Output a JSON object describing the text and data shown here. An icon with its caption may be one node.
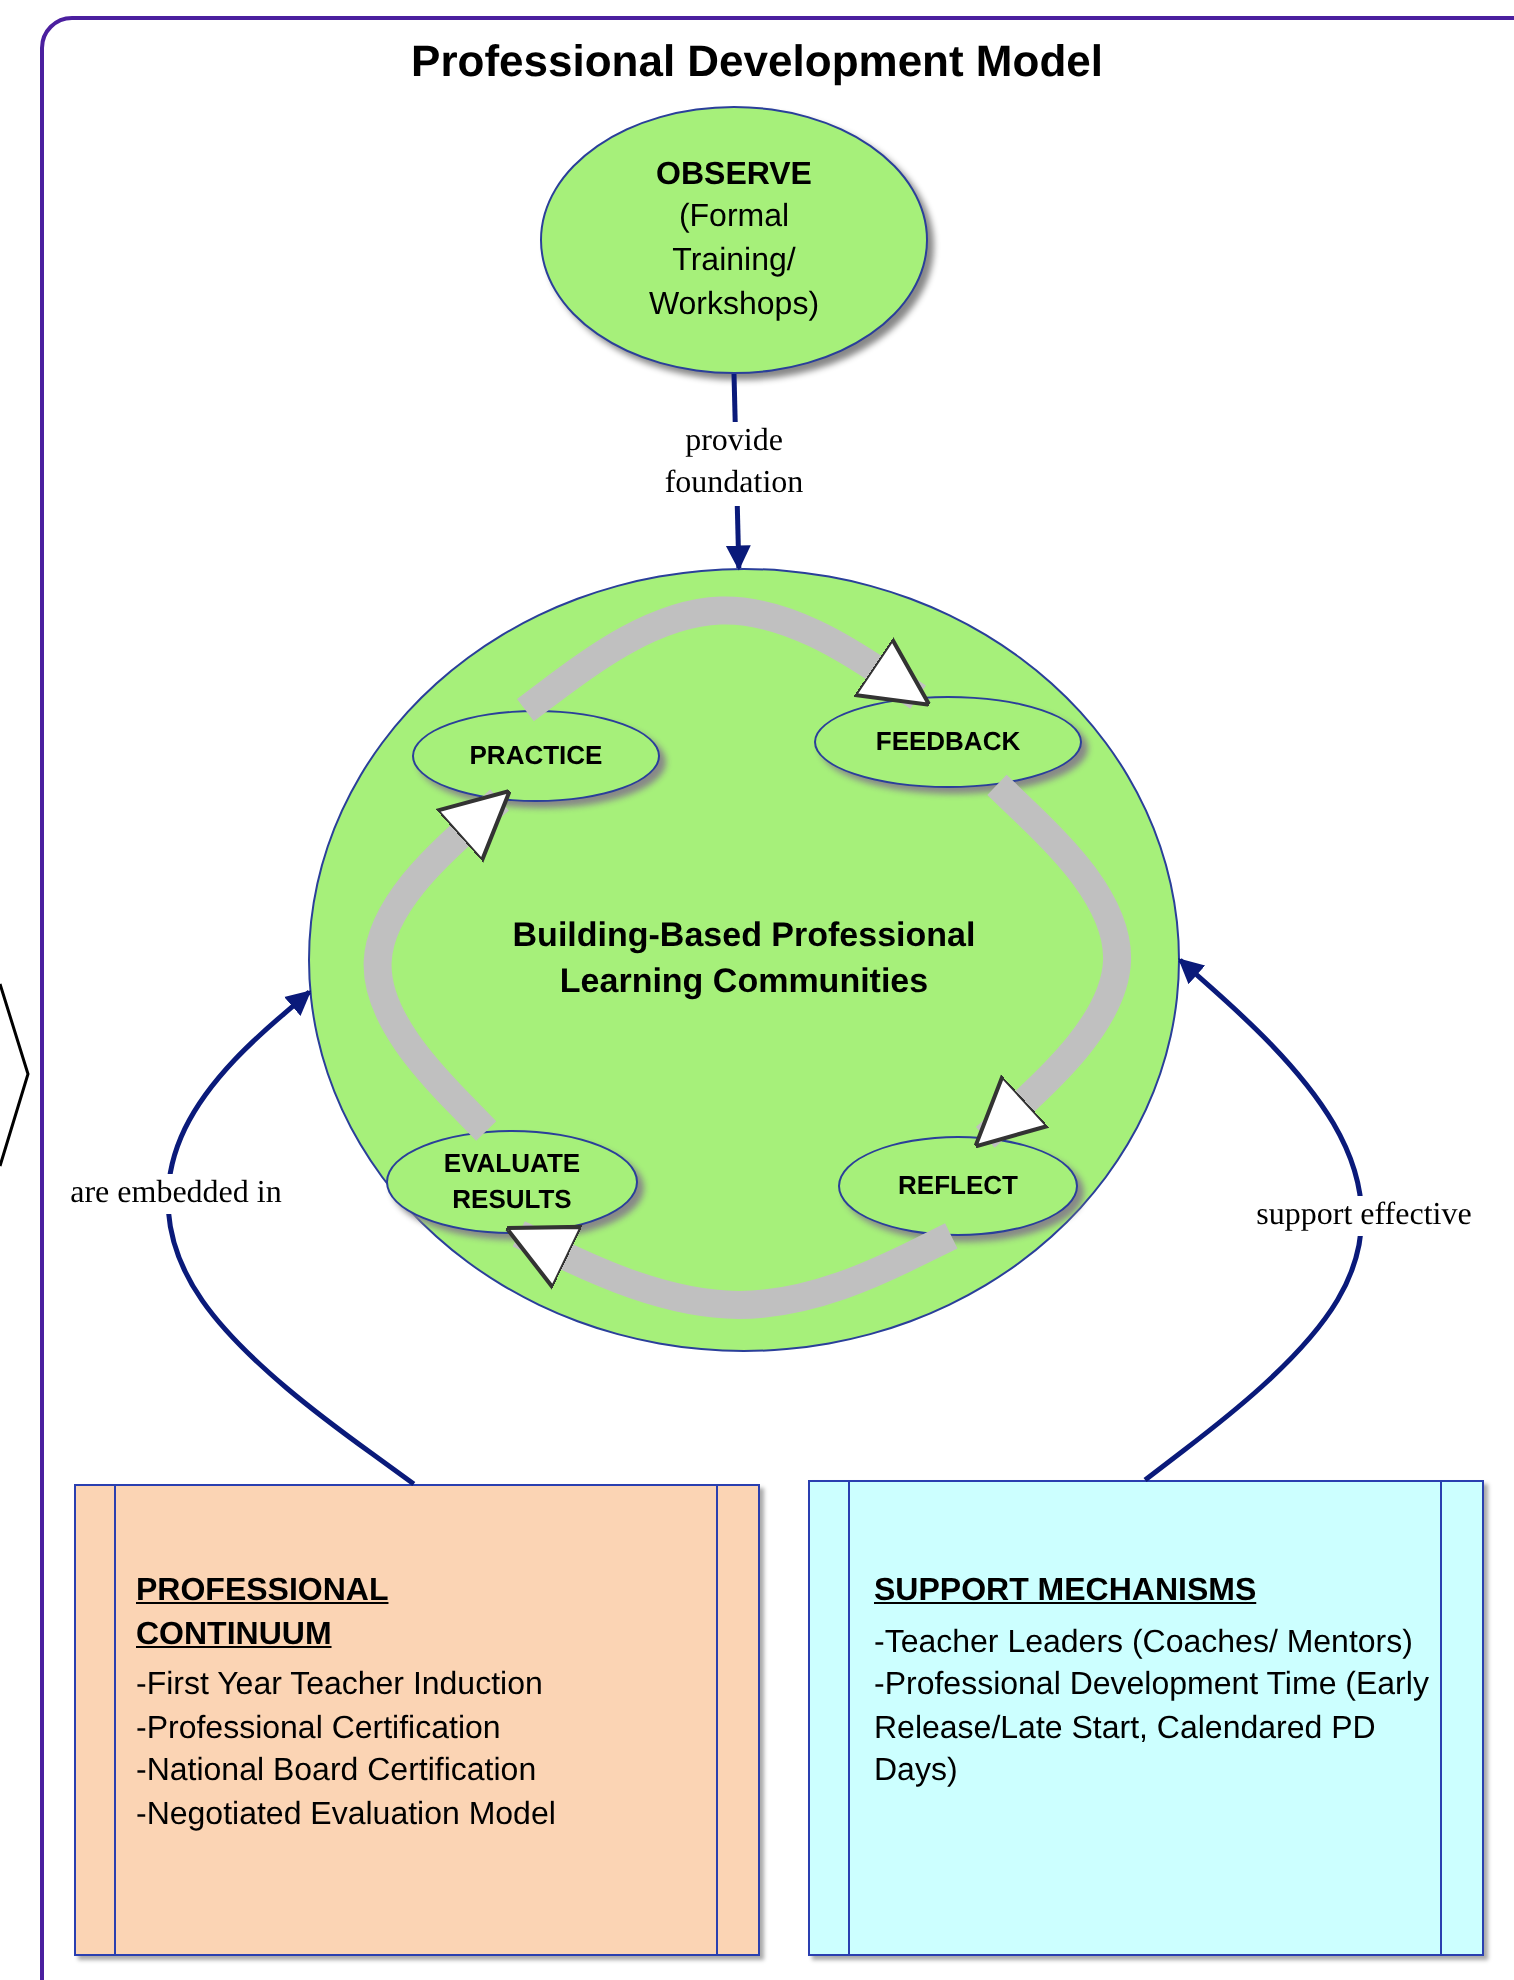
{
  "diagram": {
    "title": "Professional Development Model",
    "nodes": [
      {
        "text": [
          "OBSERVE",
          "(Formal Training/ Workshops)"
        ]
      },
      {
        "text": [
          "Building-Based Professional Learning Communities"
        ]
      },
      {
        "text": [
          "PRACTICE"
        ],
        "in": 1
      },
      {
        "text": [
          "FEEDBACK"
        ],
        "in": 1
      },
      {
        "text": [
          "EVALUATE RESULTS"
        ],
        "in": 1
      },
      {
        "text": [
          "REFLECT"
        ],
        "in": 1
      },
      {
        "text": [
          "PROFESSIONAL CONTINUUM",
          "-First Year Teacher Induction",
          "-Professional Certification",
          "-National Board Certification",
          "-Negotiated Evaluation Model"
        ]
      },
      {
        "text": [
          "SUPPORT MECHANISMS",
          "-Teacher Leaders (Coaches/ Mentors)",
          "-Professional Development Time (Early Release/Late Start, Calendared PD Days)"
        ]
      }
    ],
    "edges": [
      {
        "from": 0,
        "to": 1,
        "arrow": "to",
        "label": "provide foundation",
        "color": "#0a1a7a"
      },
      {
        "from": 2,
        "to": 3,
        "arrow": "to"
      },
      {
        "from": 3,
        "to": 5,
        "arrow": "to"
      },
      {
        "from": 5,
        "to": 4,
        "arrow": "to"
      },
      {
        "from": 4,
        "to": 2,
        "arrow": "to"
      },
      {
        "from": 6,
        "to": 1,
        "arrow": "to",
        "label": "are embedded in",
        "color": "#0a1a7a"
      },
      {
        "from": 7,
        "to": 1,
        "arrow": "to",
        "label": "support effective",
        "color": "#0a1a7a"
      }
    ]
  }
}
